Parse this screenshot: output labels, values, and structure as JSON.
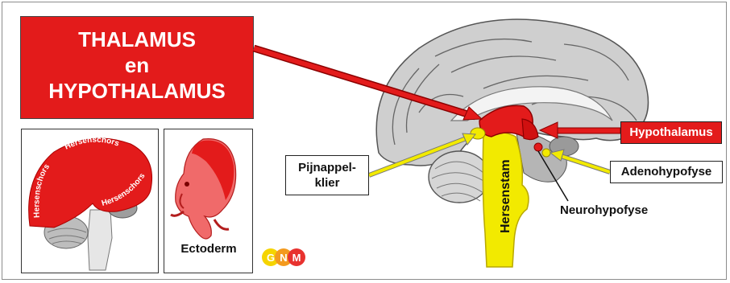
{
  "title": {
    "line1": "THALAMUS",
    "line2": "en",
    "line3": "HYPOTHALAMUS"
  },
  "labels": {
    "hypothalamus": "Hypothalamus",
    "pijnappel_line1": "Pijnappel-",
    "pijnappel_line2": "klier",
    "adenohypofyse": "Adenohypofyse",
    "neurohypofyse": "Neurohypofyse",
    "hersenstam": "Hersenstam"
  },
  "inset_left": {
    "cortex_label_1": "Hersenschors",
    "cortex_label_2": "Hersenschors",
    "cortex_label_3": "Hersenschors"
  },
  "inset_mid": {
    "caption": "Ectoderm"
  },
  "logo": {
    "letters": [
      "G",
      "N",
      "M"
    ],
    "colors": [
      "#f5d400",
      "#f39a1e",
      "#e8322f"
    ]
  },
  "colors": {
    "red": "#e31b1b",
    "yellow": "#f2ea00",
    "brain_gray": "#c9c9c9"
  }
}
